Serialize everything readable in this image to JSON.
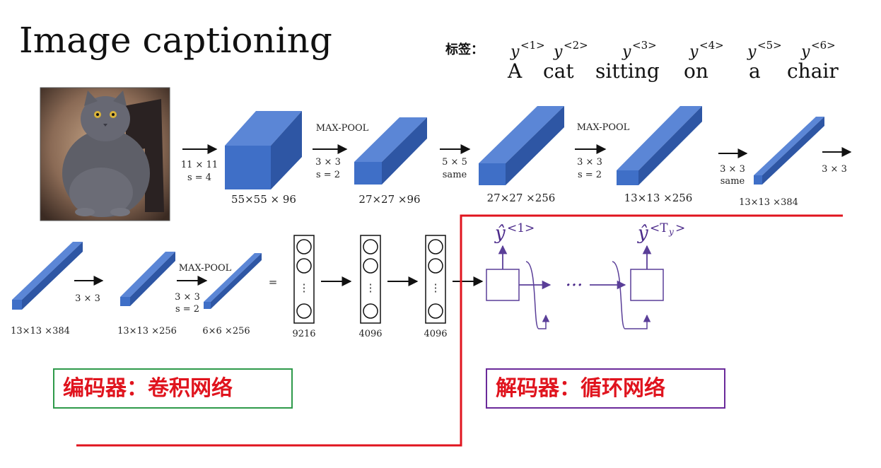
{
  "title": "Image captioning",
  "caption": {
    "prefix": "标签：",
    "tokens": [
      {
        "y": "y",
        "sup": "<1>",
        "word": "A"
      },
      {
        "y": "y",
        "sup": "<2>",
        "word": "cat"
      },
      {
        "y": "y",
        "sup": "<3>",
        "word": "sitting"
      },
      {
        "y": "y",
        "sup": "<4>",
        "word": "on"
      },
      {
        "y": "y",
        "sup": "<5>",
        "word": "a"
      },
      {
        "y": "y",
        "sup": "<6>",
        "word": "chair"
      }
    ]
  },
  "conv_row1": {
    "ops": [
      {
        "top": "",
        "line1": "11 × 11",
        "line2": "s = 4"
      },
      {
        "top": "MAX-POOL",
        "line1": "3 × 3",
        "line2": "s = 2"
      },
      {
        "top": "",
        "line1": "5 × 5",
        "line2": "same"
      },
      {
        "top": "MAX-POOL",
        "line1": "3 × 3",
        "line2": "s = 2"
      },
      {
        "top": "",
        "line1": "3 × 3",
        "line2": "same"
      },
      {
        "top": "",
        "line1": "3 × 3",
        "line2": ""
      }
    ],
    "volumes": [
      "55×55 × 96",
      "27×27 ×96",
      "27×27 ×256",
      "13×13 ×256",
      "13×13 ×384"
    ]
  },
  "conv_row2": {
    "ops": [
      {
        "top": "",
        "line1": "3 × 3",
        "line2": ""
      },
      {
        "top": "MAX-POOL",
        "line1": "3 × 3",
        "line2": "s = 2"
      }
    ],
    "volumes": [
      "13×13 ×384",
      "13×13 ×256",
      "6×6 ×256"
    ],
    "equals": "=",
    "fc_layers": [
      "9216",
      "4096",
      "4096"
    ],
    "dots": "⋮"
  },
  "rnn": {
    "outputs": [
      {
        "hat": "ŷ",
        "sup": "<1>"
      },
      {
        "hat": "ŷ",
        "sup": "<T",
        "sub": "y",
        "close": ">"
      }
    ],
    "ellipsis": "···"
  },
  "encoder_label": "编码器：卷积网络",
  "decoder_label": "解码器：循环网络",
  "colors": {
    "block_front": "#3f6fc7",
    "block_top": "#5b86d6",
    "block_side": "#2e56a4",
    "rnn": "#5a3e98",
    "red_line": "#e0141e",
    "encoder_border": "#2e9a4a",
    "decoder_border": "#6a2a9a"
  },
  "icons": [
    "cat-photo",
    "arrow-right-icon",
    "neuron-icon"
  ]
}
